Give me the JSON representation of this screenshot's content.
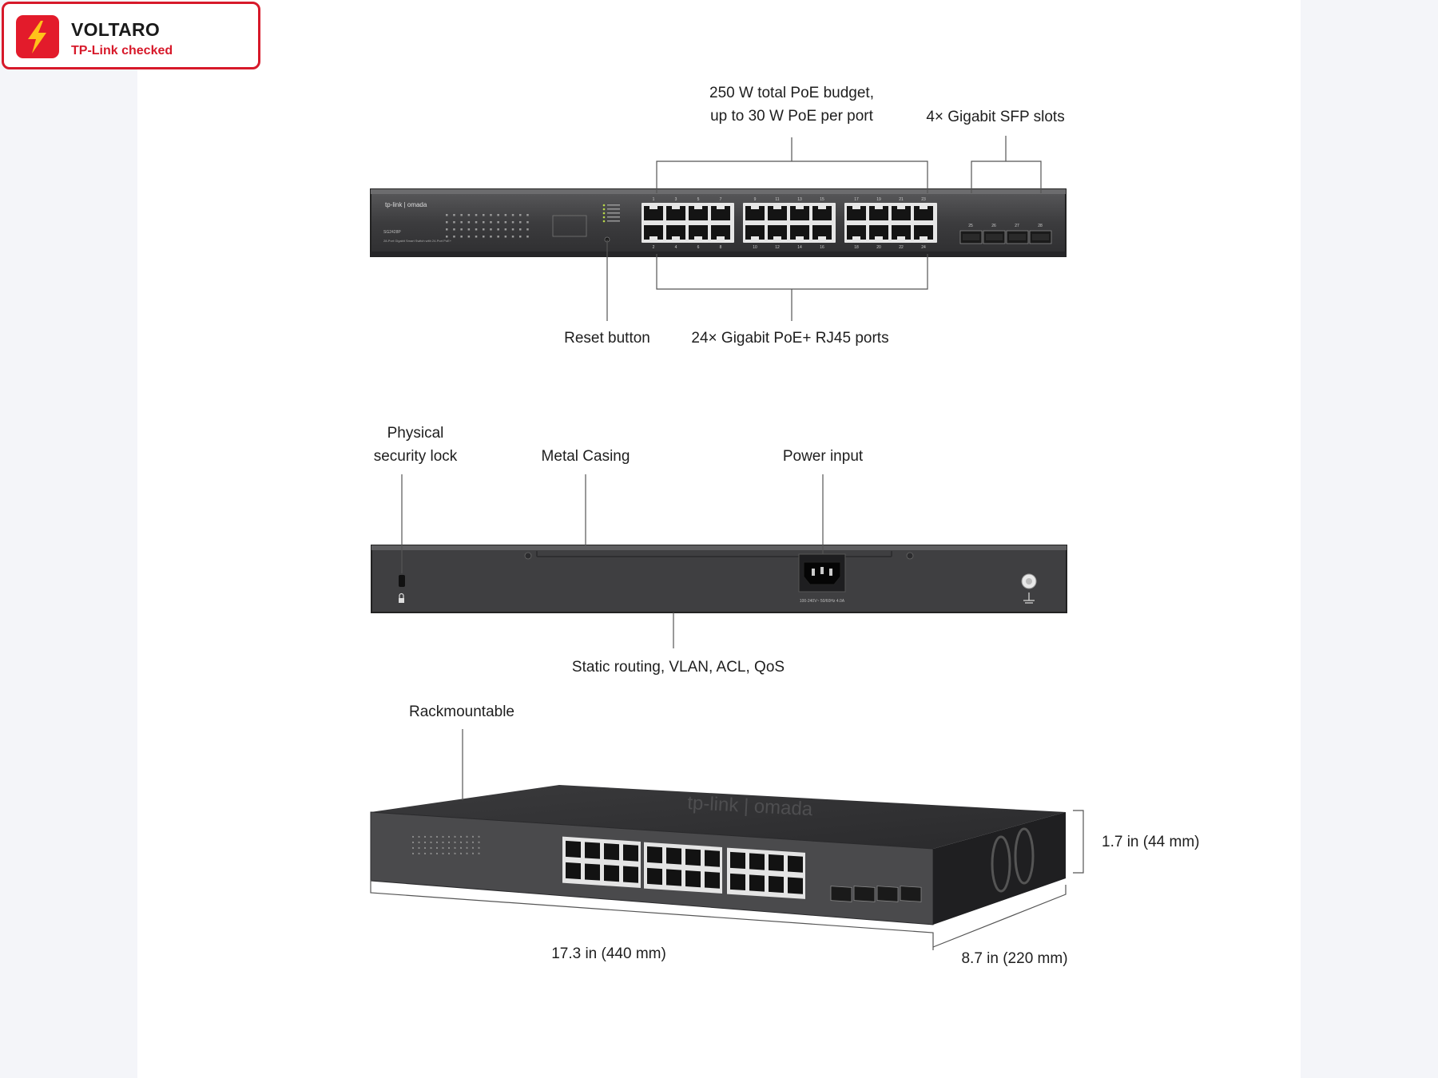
{
  "badge": {
    "name": "VOLTARO",
    "subtitle": "TP-Link checked",
    "icon": "lightning-bolt-icon",
    "accent_color": "#e31b2b"
  },
  "front_view": {
    "poe_budget_label": [
      "250 W total PoE budget,",
      "up to 30 W PoE per port"
    ],
    "sfp_label": "4× Gigabit SFP slots",
    "reset_label": "Reset button",
    "rj45_label": "24× Gigabit PoE+ RJ45 ports",
    "brand": "tp-link | omada",
    "model": "SG2428P",
    "description": "28-Port Gigabit Smart Switch with 24-Port PoE+",
    "port_numbers_top": [
      "1",
      "3",
      "5",
      "7",
      "9",
      "11",
      "13",
      "15",
      "17",
      "19",
      "21",
      "23"
    ],
    "port_numbers_bottom": [
      "2",
      "4",
      "6",
      "8",
      "10",
      "12",
      "14",
      "16",
      "18",
      "20",
      "22",
      "24"
    ],
    "sfp_numbers": [
      "25",
      "26",
      "27",
      "28"
    ]
  },
  "rear_view": {
    "lock_label": [
      "Physical",
      "security lock"
    ],
    "casing_label": "Metal Casing",
    "power_label": "Power input",
    "features_label": "Static routing, VLAN, ACL, QoS",
    "power_rating": "100-240V~ 50/60Hz 4.0A"
  },
  "iso_view": {
    "rack_label": "Rackmountable",
    "width_label": "17.3 in (440 mm)",
    "depth_label": "8.7 in (220 mm)",
    "height_label": "1.7 in (44 mm)",
    "top_brand": "tp-link | omada"
  }
}
